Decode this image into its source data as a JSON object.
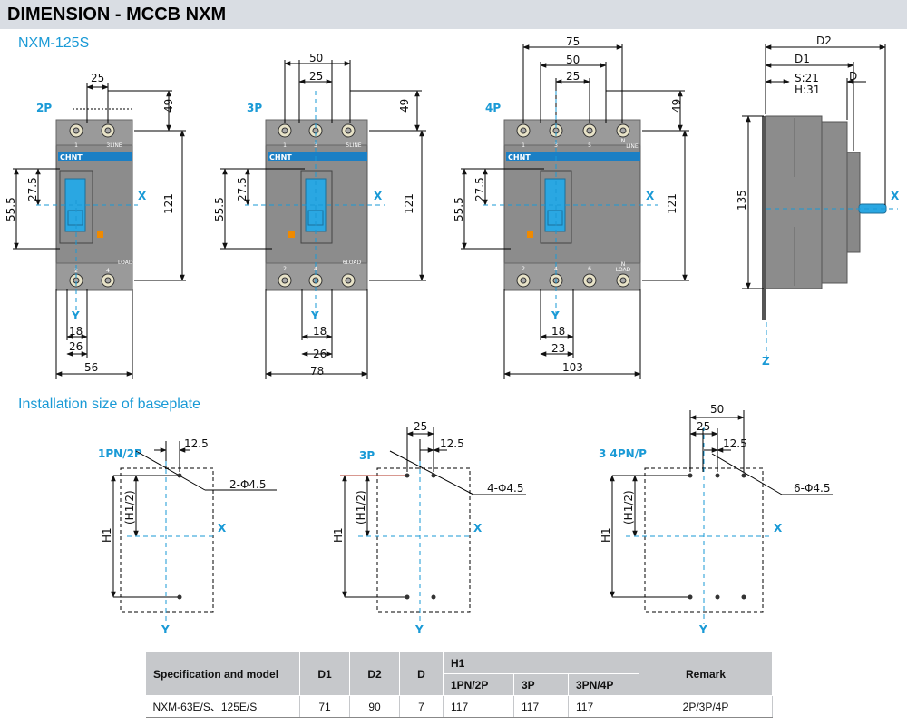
{
  "header": {
    "title": "DIMENSION - MCCB NXM",
    "model": "NXM-125S"
  },
  "front_views": [
    {
      "pole_label": "2P",
      "dims": {
        "w_top": "25",
        "h_top": "49",
        "h_total": "121",
        "h_left_outer": "55.5",
        "h_left_inner": "27.5",
        "w_b1": "18",
        "w_b2": "26",
        "w_total": "56"
      },
      "top_marks": [
        "1",
        "3LINE"
      ],
      "bottom_marks": [
        "2",
        "4",
        "LOAD"
      ]
    },
    {
      "pole_label": "3P",
      "dims": {
        "w_top_outer": "50",
        "w_top": "25",
        "h_top": "49",
        "h_total": "121",
        "h_left_outer": "55.5",
        "h_left_inner": "27.5",
        "w_b1": "18",
        "w_b2": "26",
        "w_total": "78"
      },
      "top_marks": [
        "1",
        "3",
        "5LINE"
      ],
      "bottom_marks": [
        "2",
        "4",
        "6LOAD"
      ]
    },
    {
      "pole_label": "4P",
      "dims": {
        "w_top_outer": "75",
        "w_top_mid": "50",
        "w_top": "25",
        "h_top": "49",
        "h_total": "121",
        "h_left_outer": "55.5",
        "h_left_inner": "27.5",
        "w_b1": "18",
        "w_b2": "23",
        "w_total": "103"
      },
      "top_marks": [
        "1",
        "3",
        "5",
        "N",
        "LINE"
      ],
      "bottom_marks": [
        "2",
        "4",
        "6",
        "N",
        "LOAD"
      ]
    }
  ],
  "brand": "CHNT",
  "side_view": {
    "d2": "D2",
    "d1": "D1",
    "s": "S:21",
    "h": "H:31",
    "d": "D",
    "height": "135",
    "z": "Z",
    "x": "X"
  },
  "axes": {
    "x": "X",
    "y": "Y"
  },
  "baseplate": {
    "title": "Installation size of baseplate",
    "views": [
      {
        "label": "1PN/2P",
        "holes": "2-Φ4.5",
        "dims": [
          "12.5"
        ]
      },
      {
        "label": "3P",
        "holes": "4-Φ4.5",
        "dims": [
          "25",
          "12.5"
        ]
      },
      {
        "label": "3 4PN/P",
        "holes": "6-Φ4.5",
        "dims": [
          "50",
          "25",
          "12.5"
        ]
      }
    ],
    "h1": "H1",
    "h1_half": "(H1/2)"
  },
  "spec_table": {
    "head": {
      "spec": "Specification and model",
      "d1": "D1",
      "d2": "D2",
      "d": "D",
      "h1": "H1",
      "h1_a": "1PN/2P",
      "h1_b": "3P",
      "h1_c": "3PN/4P",
      "remark": "Remark"
    },
    "row": {
      "spec": "NXM-63E/S、125E/S",
      "d1": "71",
      "d2": "90",
      "d": "7",
      "h1_a": "117",
      "h1_b": "117",
      "h1_c": "117",
      "remark": "2P/3P/4P"
    }
  },
  "colors": {
    "accent": "#1a9ad6",
    "body": "#8c8c8c",
    "handle": "#2aa7e2",
    "title_bar": "#d9dde3",
    "table_header": "#c6c8cb",
    "brand_badge": "#1b7fc4",
    "warning_tag": "#f08a00"
  }
}
